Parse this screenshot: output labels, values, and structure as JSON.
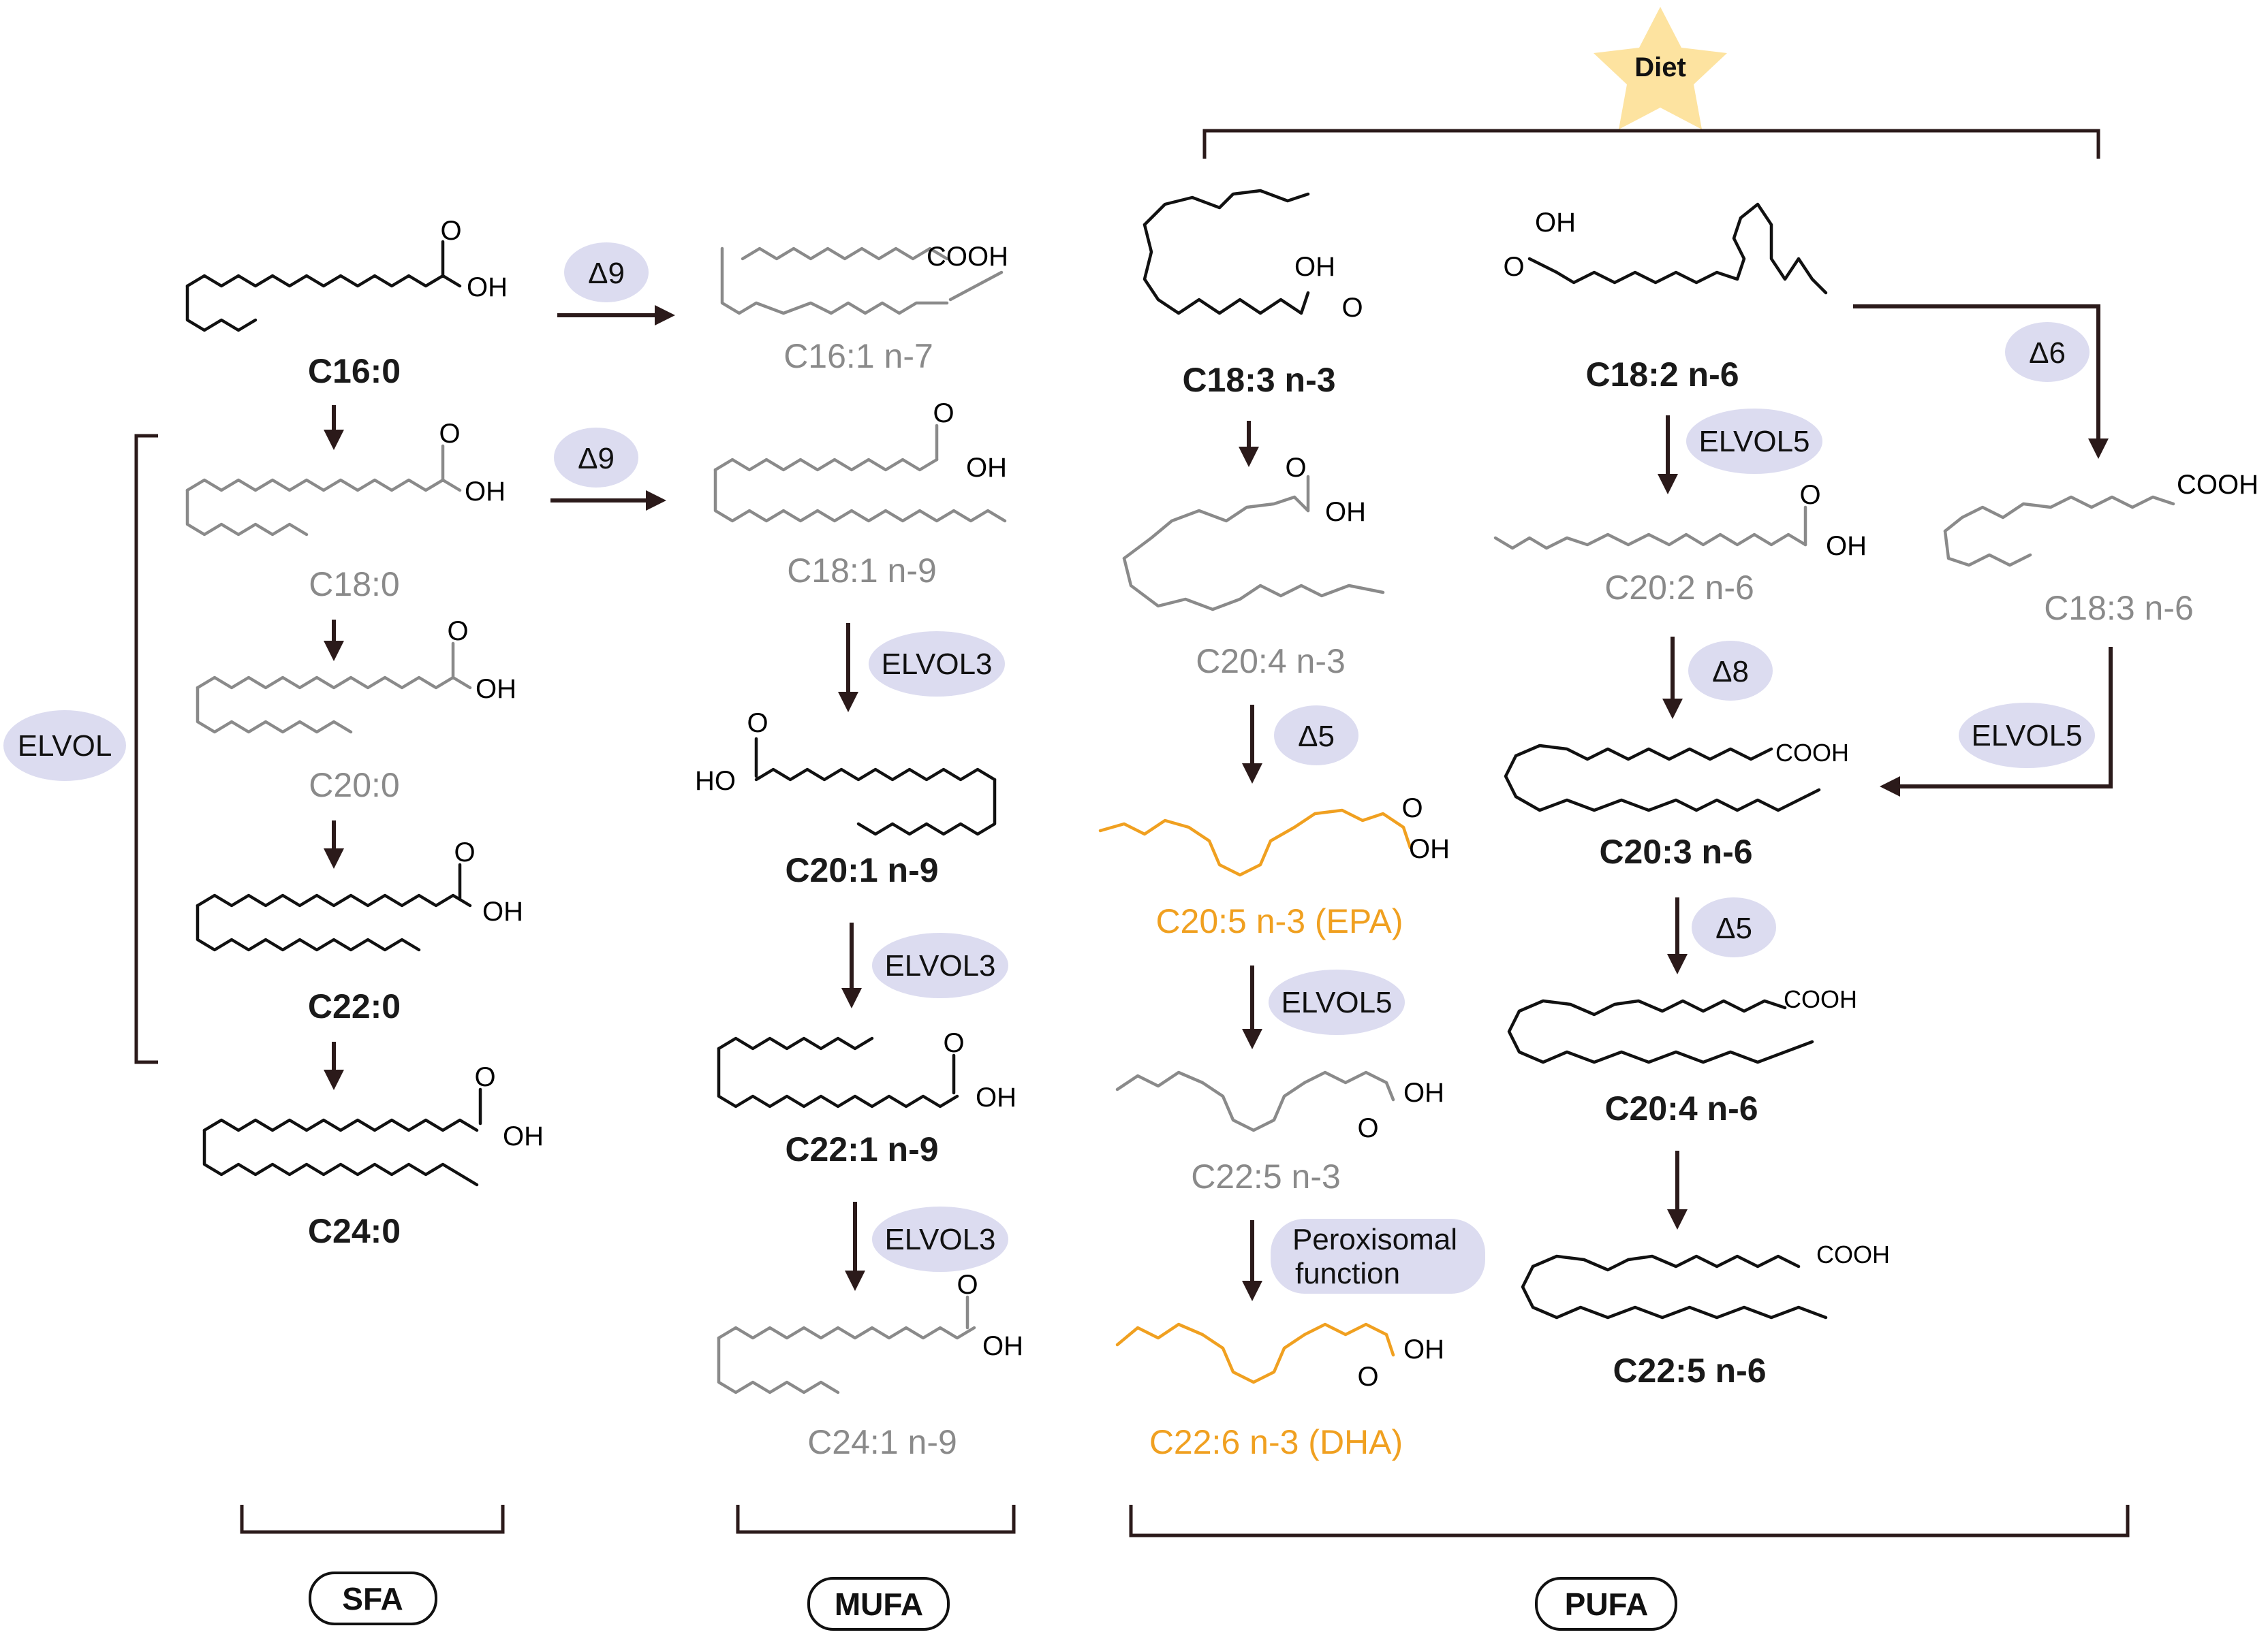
{
  "diet": {
    "label": "Diet",
    "star_color": "#fde3a0"
  },
  "classes": {
    "sfa": "SFA",
    "mufa": "MUFA",
    "pufa": "PUFA"
  },
  "colors": {
    "enzyme_fill": "#dcdcf0",
    "black": "#1a1a1a",
    "grey": "#8a8a8a",
    "orange": "#f0a020",
    "arrow": "#2b1a1a"
  },
  "enzymes": {
    "d9_a": "Δ9",
    "d9_b": "Δ9",
    "elvol_sfa": "ELVOL",
    "elvol3_a": "ELVOL3",
    "elvol3_b": "ELVOL3",
    "elvol3_c": "ELVOL3",
    "d5_n3": "Δ5",
    "elvol5_n3": "ELVOL5",
    "perox_1": "Peroxisomal",
    "perox_2": "function",
    "elvol5_n6": "ELVOL5",
    "d6": "Δ6",
    "d8": "Δ8",
    "elvol5_side": "ELVOL5",
    "d5_n6": "Δ5"
  },
  "molecules": {
    "c16_0": "C16:0",
    "c18_0": "C18:0",
    "c20_0": "C20:0",
    "c22_0": "C22:0",
    "c24_0": "C24:0",
    "c16_1": "C16:1 n-7",
    "c18_1": "C18:1 n-9",
    "c20_1": "C20:1 n-9",
    "c22_1": "C22:1 n-9",
    "c24_1": "C24:1 n-9",
    "c18_3_n3": "C18:3 n-3",
    "c20_4_n3": "C20:4 n-3",
    "c20_5_n3": "C20:5 n-3 (EPA)",
    "c22_5_n3": "C22:5 n-3",
    "c22_6_n3": "C22:6 n-3 (DHA)",
    "c18_2_n6": "C18:2 n-6",
    "c20_2_n6": "C20:2 n-6",
    "c18_3_n6": "C18:3 n-6",
    "c20_3_n6": "C20:3 n-6",
    "c20_4_n6": "C20:4 n-6",
    "c22_5_n6": "C22:5 n-6"
  },
  "atoms": {
    "oh": "OH",
    "o": "O",
    "cooh": "COOH",
    "ho": "HO"
  }
}
